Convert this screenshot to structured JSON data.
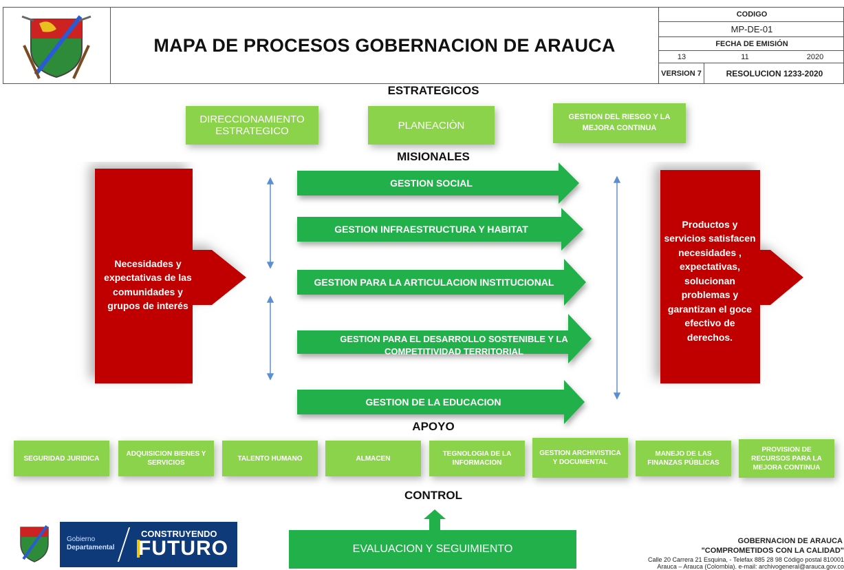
{
  "header": {
    "title": "MAPA DE PROCESOS GOBERNACION DE ARAUCA",
    "codigo_label": "CODIGO",
    "codigo_value": "MP-DE-01",
    "fecha_label": "FECHA DE EMISIÓN",
    "fecha_day": "13",
    "fecha_month": "11",
    "fecha_year": "2020",
    "version": "VERSION 7",
    "resolucion": "RESOLUCION 1233-2020"
  },
  "sections": {
    "estrategicos": "ESTRATEGICOS",
    "misionales": "MISIONALES",
    "apoyo": "APOYO",
    "control": "CONTROL"
  },
  "estrategicos": [
    "DIRECCIONAMIENTO ESTRATEGICO",
    "PLANEACIÒN",
    "GESTION DEL RIESGO Y LA MEJORA CONTINUA"
  ],
  "input": "Necesidades y expectativas de las comunidades  y grupos de interés",
  "output": "Productos y servicios satisfacen necesidades , expectativas, solucionan problemas y garantizan el goce efectivo de derechos.",
  "misionales": [
    "GESTION SOCIAL",
    "GESTION INFRAESTRUCTURA Y HABITAT",
    "GESTION PARA LA ARTICULACION INSTITUCIONAL",
    "GESTION PARA EL DESARROLLO SOSTENIBLE Y LA COMPETITIVIDAD TERRITORIAL",
    "GESTION DE LA EDUCACION"
  ],
  "apoyo": [
    "SEGURIDAD JURIDICA",
    "ADQUISICION BIENES Y SERVICIOS",
    "TALENTO HUMANO",
    "ALMACEN",
    "TEGNOLOGIA DE LA INFORMACION",
    "GESTION ARCHIVISTICA Y DOCUMENTAL",
    "MANEJO DE LAS FINANZAS PÚBLICAS",
    "PROVISION DE RECURSOS PARA LA MEJORA CONTINUA"
  ],
  "control": "EVALUACION Y SEGUIMIENTO",
  "footer": {
    "gobierno": "Gobierno",
    "departamental": "Departamental",
    "construyendo": "CONSTRUYENDO",
    "futuro": "FUTURO",
    "org": "GOBERNACION DE ARAUCA",
    "slogan": "\"COMPROMETIDOS CON LA CALIDAD\"",
    "address": "Calle 20 Carrera 21 Esquina, - Telefax 885 28 98 Código postal 810001",
    "contact": "Arauca – Arauca (Colombia). e-mail: archivogeneral@arauca.gov.co"
  },
  "colors": {
    "green_light": "#8bd34a",
    "green_arrow": "#22b04b",
    "red": "#c00000",
    "blue": "#5b8fd1"
  }
}
